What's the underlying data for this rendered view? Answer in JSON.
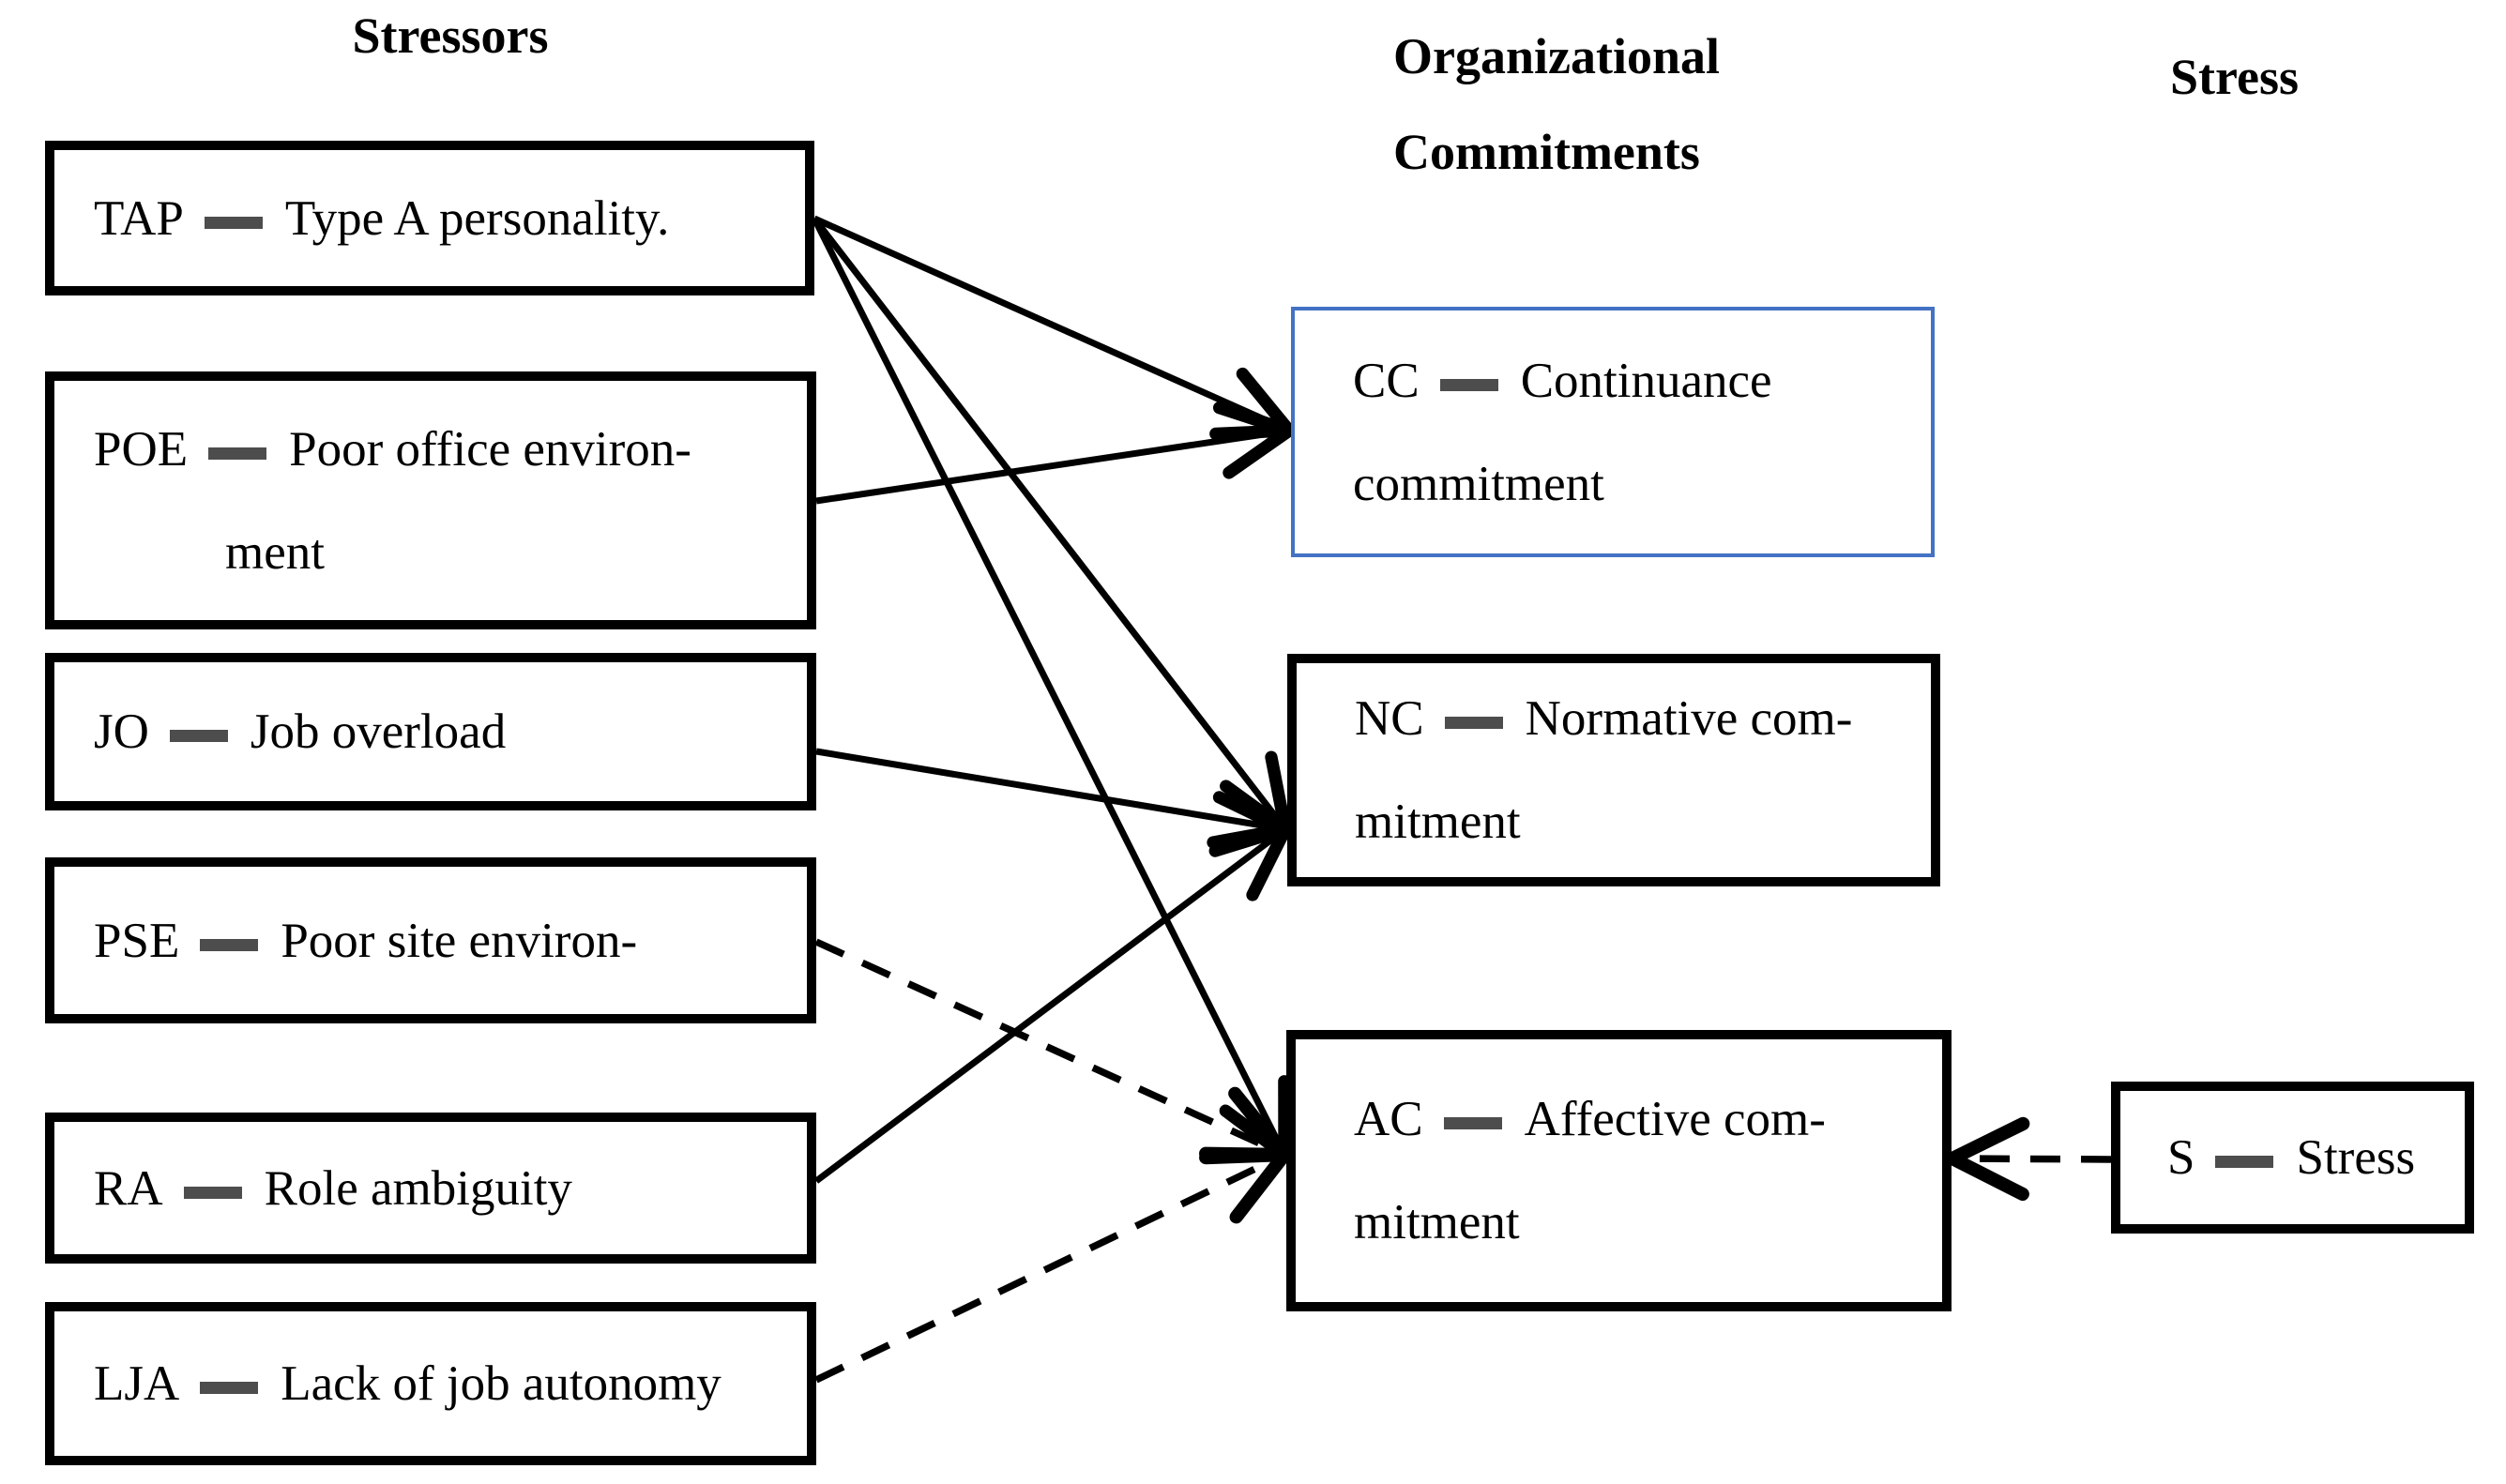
{
  "headings": {
    "stressors": "Stressors",
    "organizational_line1": "Organizational",
    "organizational_line2": "Commitments",
    "stress": "Stress"
  },
  "colors": {
    "background": "#ffffff",
    "box_border": "#000000",
    "cc_box_border": "#4472C4",
    "dash_separator": "#4d4d4d",
    "arrow": "#000000",
    "text": "#000000"
  },
  "nodes": [
    {
      "id": "TAP",
      "abbr": "TAP",
      "label_lines": [
        "Type A personality."
      ]
    },
    {
      "id": "POE",
      "abbr": "POE",
      "label_lines": [
        "Poor office environ-",
        "ment"
      ]
    },
    {
      "id": "JO",
      "abbr": "JO",
      "label_lines": [
        "Job overload"
      ]
    },
    {
      "id": "PSE",
      "abbr": "PSE",
      "label_lines": [
        "Poor site environ-"
      ]
    },
    {
      "id": "RA",
      "abbr": "RA",
      "label_lines": [
        "Role ambiguity"
      ]
    },
    {
      "id": "LJA",
      "abbr": "LJA",
      "label_lines": [
        "Lack of job autonomy"
      ]
    },
    {
      "id": "CC",
      "abbr": "CC",
      "label_lines": [
        "Continuance",
        "commitment"
      ]
    },
    {
      "id": "NC",
      "abbr": "NC",
      "label_lines": [
        "Normative com-",
        "mitment"
      ]
    },
    {
      "id": "AC",
      "abbr": "AC",
      "label_lines": [
        "Affective com-",
        "mitment"
      ]
    },
    {
      "id": "S",
      "abbr": "S",
      "label_lines": [
        "Stress"
      ]
    }
  ],
  "edges": [
    {
      "from": "TAP",
      "to": "CC",
      "style": "solid"
    },
    {
      "from": "POE",
      "to": "CC",
      "style": "solid"
    },
    {
      "from": "TAP",
      "to": "NC",
      "style": "solid"
    },
    {
      "from": "JO",
      "to": "NC",
      "style": "solid"
    },
    {
      "from": "RA",
      "to": "NC",
      "style": "solid"
    },
    {
      "from": "TAP",
      "to": "AC",
      "style": "solid"
    },
    {
      "from": "PSE",
      "to": "AC",
      "style": "dashed"
    },
    {
      "from": "LJA",
      "to": "AC",
      "style": "dashed"
    },
    {
      "from": "S",
      "to": "AC",
      "style": "dashed"
    }
  ]
}
